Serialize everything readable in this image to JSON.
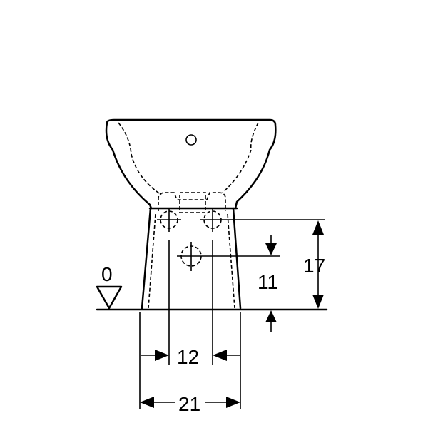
{
  "dimensions": {
    "floor_level": "0",
    "height_inlet": "17",
    "height_outlet": "11",
    "inlet_spacing": "12",
    "base_width": "21"
  }
}
